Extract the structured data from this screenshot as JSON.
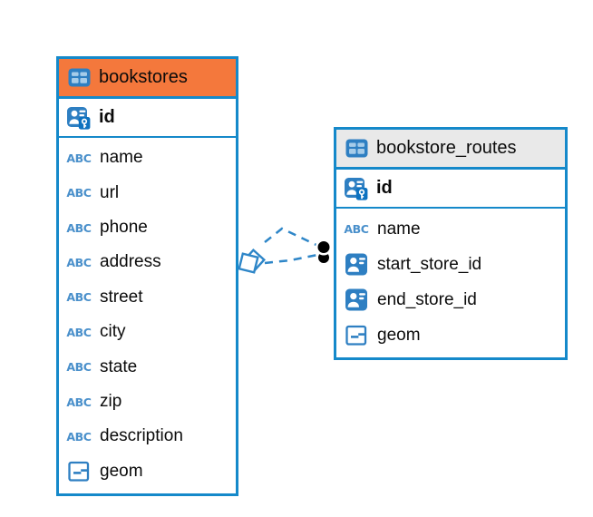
{
  "colors": {
    "accent_blue": "#1589CA",
    "dash_blue": "#2E86C8",
    "bookstores_header": "#F4783C",
    "routes_header": "#E9E9E9"
  },
  "icon_labels": {
    "text": "ABC"
  },
  "tables": [
    {
      "name": "bookstores",
      "header_color": "#F4783C",
      "primary_key": {
        "name": "id",
        "type": "pk"
      },
      "columns": [
        {
          "name": "name",
          "type": "text"
        },
        {
          "name": "url",
          "type": "text"
        },
        {
          "name": "phone",
          "type": "text"
        },
        {
          "name": "address",
          "type": "text"
        },
        {
          "name": "street",
          "type": "text"
        },
        {
          "name": "city",
          "type": "text"
        },
        {
          "name": "state",
          "type": "text"
        },
        {
          "name": "zip",
          "type": "text"
        },
        {
          "name": "description",
          "type": "text"
        },
        {
          "name": "geom",
          "type": "geometry"
        }
      ]
    },
    {
      "name": "bookstore_routes",
      "header_color": "#E9E9E9",
      "primary_key": {
        "name": "id",
        "type": "pk"
      },
      "columns": [
        {
          "name": "name",
          "type": "text"
        },
        {
          "name": "start_store_id",
          "type": "ref"
        },
        {
          "name": "end_store_id",
          "type": "ref"
        },
        {
          "name": "geom",
          "type": "geometry"
        }
      ]
    }
  ],
  "relationship": {
    "from_table": "bookstores",
    "to_table": "bookstore_routes",
    "line_style": "dashed"
  }
}
